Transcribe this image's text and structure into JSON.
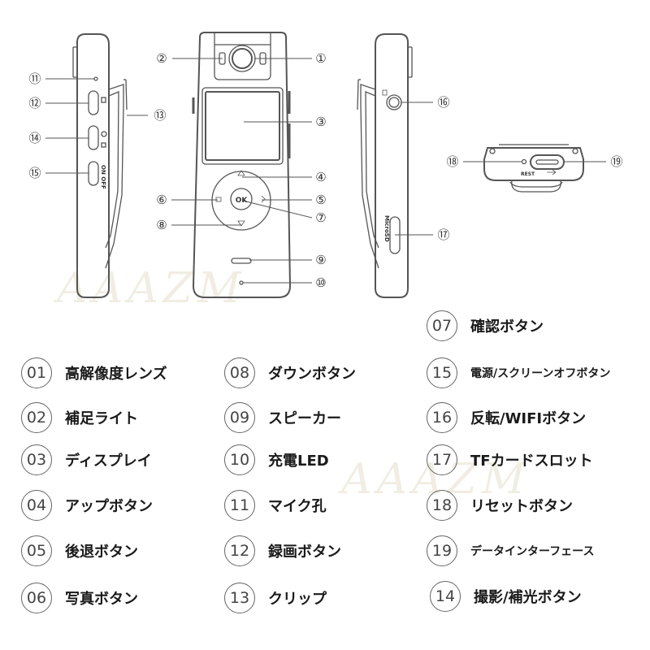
{
  "watermark": "AAAZM",
  "callout_numbers": [
    "①",
    "②",
    "③",
    "④",
    "⑤",
    "⑥",
    "⑦",
    "⑧",
    "⑨",
    "⑩",
    "⑪",
    "⑫",
    "⑬",
    "⑭",
    "⑮",
    "⑯",
    "⑰",
    "⑱",
    "⑲"
  ],
  "device_marks": {
    "ok": "OK",
    "on_off": "ON OFF",
    "microsd": "MicroSD",
    "rest": "REST"
  },
  "legend": [
    {
      "num": "07",
      "label": "確認ボタン"
    },
    {
      "num": "01",
      "label": "高解像度レンズ"
    },
    {
      "num": "08",
      "label": "ダウンボタン"
    },
    {
      "num": "15",
      "label": "電源/スクリーンオフボタン"
    },
    {
      "num": "02",
      "label": "補足ライト"
    },
    {
      "num": "09",
      "label": "スピーカー"
    },
    {
      "num": "16",
      "label": "反転/WIFIボタン"
    },
    {
      "num": "03",
      "label": "ディスプレイ"
    },
    {
      "num": "10",
      "label": "充電LED"
    },
    {
      "num": "17",
      "label": "TFカードスロット"
    },
    {
      "num": "04",
      "label": "アップボタン"
    },
    {
      "num": "11",
      "label": "マイク孔"
    },
    {
      "num": "18",
      "label": "リセットボタン"
    },
    {
      "num": "05",
      "label": "後退ボタン"
    },
    {
      "num": "12",
      "label": "録画ボタン"
    },
    {
      "num": "19",
      "label": "データインターフェース"
    },
    {
      "num": "06",
      "label": "写真ボタン"
    },
    {
      "num": "13",
      "label": "クリップ"
    },
    {
      "num": "14",
      "label": "撮影/補光ボタン"
    }
  ]
}
